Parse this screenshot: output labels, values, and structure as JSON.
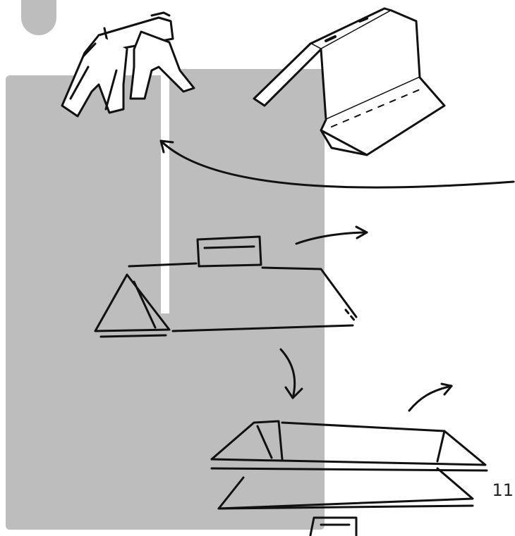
{
  "page": {
    "number": "11"
  },
  "colors": {
    "panel": "#bdbdbd",
    "ink": "#111111",
    "paper": "#ffffff"
  },
  "sketches": [
    {
      "name": "stand-a-frame-side-view"
    },
    {
      "name": "stand-folded-perspective-view"
    },
    {
      "name": "stand-flat-unfolded-view"
    },
    {
      "name": "stand-flat-bottom-view"
    }
  ]
}
